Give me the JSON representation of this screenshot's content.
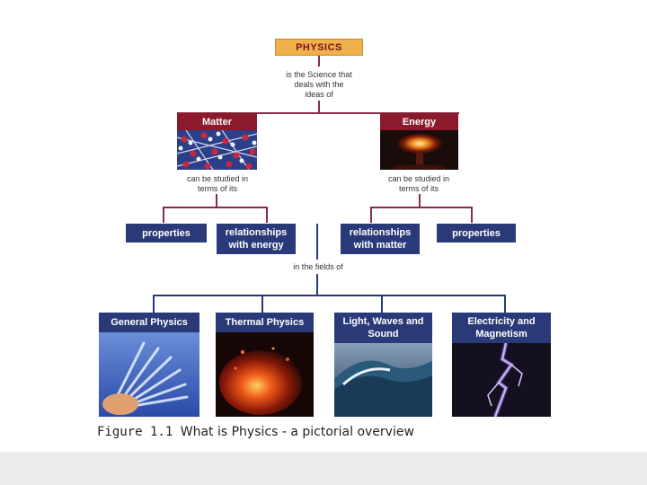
{
  "root": {
    "label": "PHYSICS",
    "desc": [
      "is the Science that",
      "deals with the",
      "ideas of"
    ]
  },
  "level1": [
    {
      "label": "Matter",
      "desc": [
        "can be studied in",
        "terms of its"
      ]
    },
    {
      "label": "Energy",
      "desc": [
        "can be studied in",
        "terms of its"
      ]
    }
  ],
  "level2": [
    {
      "label": [
        "properties"
      ]
    },
    {
      "label": [
        "relationships",
        "with energy"
      ]
    },
    {
      "label": [
        "relationships",
        "with matter"
      ]
    },
    {
      "label": [
        "properties"
      ]
    }
  ],
  "fields_text": "in the fields of",
  "fields": [
    {
      "label": [
        "General Physics"
      ],
      "image": "glass-rods-photo"
    },
    {
      "label": [
        "Thermal Physics"
      ],
      "image": "lava-photo"
    },
    {
      "label": [
        "Light, Waves and",
        "Sound"
      ],
      "image": "ocean-wave-photo"
    },
    {
      "label": [
        "Electricity and",
        "Magnetism"
      ],
      "image": "lightning-photo"
    }
  ],
  "caption": {
    "figure": "Figure 1.1",
    "text": "What is Physics - a pictorial overview"
  },
  "colors": {
    "physics_box": "#f0b04a",
    "maroon": "#8a1a2c",
    "navy": "#2a3a78"
  }
}
